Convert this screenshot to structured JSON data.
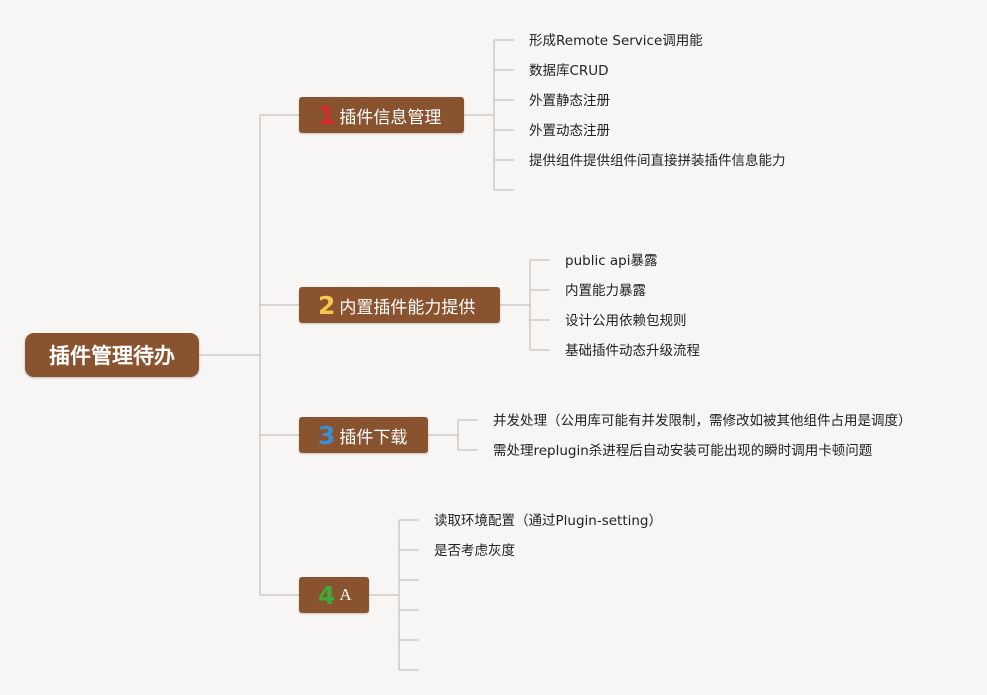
{
  "root": {
    "label": "插件管理待办"
  },
  "colors": {
    "node_fill": "#8a5330",
    "line": "#c9c3bd",
    "num1": "#d92b2b",
    "num2": "#f2c94c",
    "num3": "#3b8fd4",
    "num4": "#3fa93a"
  },
  "branches": [
    {
      "number": "1",
      "label": "插件信息管理",
      "items": [
        "形成Remote Service调用能",
        "数据库CRUD",
        "外置静态注册",
        "外置动态注册",
        "提供组件提供组件间直接拼装插件信息能力",
        ""
      ]
    },
    {
      "number": "2",
      "label": "内置插件能力提供",
      "items": [
        "public api暴露",
        "内置能力暴露",
        "设计公用依赖包规则",
        "基础插件动态升级流程"
      ]
    },
    {
      "number": "3",
      "label": "插件下载",
      "items": [
        "并发处理（公用库可能有并发限制，需修改如被其他组件占用是调度）",
        "需处理replugin杀进程后自动安装可能出现的瞬时调用卡顿问题"
      ]
    },
    {
      "number": "4",
      "label": "A",
      "items": [
        "读取环境配置（通过Plugin-setting）",
        "是否考虑灰度",
        "",
        "",
        "",
        ""
      ]
    }
  ]
}
